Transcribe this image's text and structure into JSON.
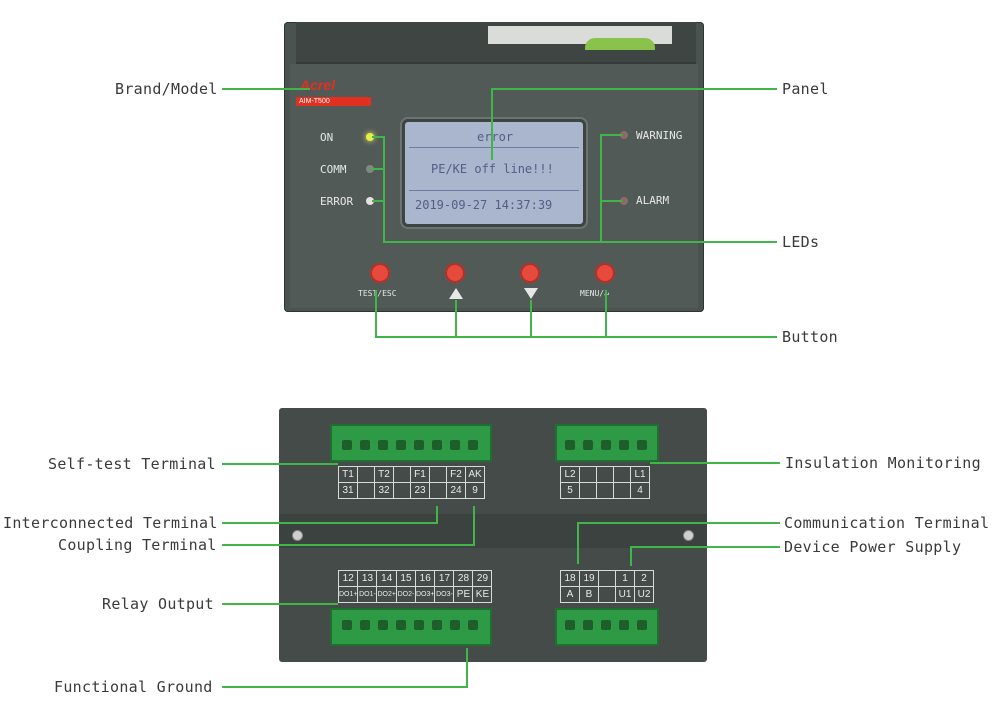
{
  "front": {
    "brand": "Acrel",
    "model": "AIM-T500",
    "display": {
      "line1": "error",
      "line2": "PE/KE off line!!!",
      "line3": "2019-09-27   14:37:39"
    },
    "leds_left": [
      "ON",
      "COMM",
      "ERROR"
    ],
    "leds_right": [
      "WARNING",
      "ALARM"
    ],
    "buttons": [
      "TEST/ESC",
      "",
      "",
      "MENU/"
    ]
  },
  "callouts": {
    "brand_model": "Brand/Model",
    "panel": "Panel",
    "leds": "LEDs",
    "button": "Button",
    "self_test": "Self-test Terminal",
    "insulation": "Insulation Monitoring",
    "interconnected": "Interconnected Terminal",
    "communication": "Communication Terminal",
    "coupling": "Coupling Terminal",
    "power": "Device Power Supply",
    "relay": "Relay Output",
    "ground": "Functional Ground"
  },
  "terminals": {
    "t1": {
      "top": [
        "T1",
        "",
        "T2",
        "",
        "F1",
        "",
        "F2",
        "AK"
      ],
      "bottom": [
        "31",
        "",
        "32",
        "",
        "23",
        "",
        "24",
        "9"
      ]
    },
    "t2": {
      "top": [
        "L2",
        "",
        "",
        "",
        "L1"
      ],
      "bottom": [
        "5",
        "",
        "",
        "",
        "4"
      ]
    },
    "t3": {
      "top": [
        "12",
        "13",
        "14",
        "15",
        "16",
        "17",
        "28",
        "29"
      ],
      "bottom": [
        "DO1+",
        "DO1-",
        "DO2+",
        "DO2-",
        "DO3+",
        "DO3-",
        "PE",
        "KE"
      ]
    },
    "t4": {
      "top": [
        "18",
        "19",
        "",
        "1",
        "2"
      ],
      "bottom": [
        "A",
        "B",
        "",
        "U1",
        "U2"
      ]
    }
  }
}
